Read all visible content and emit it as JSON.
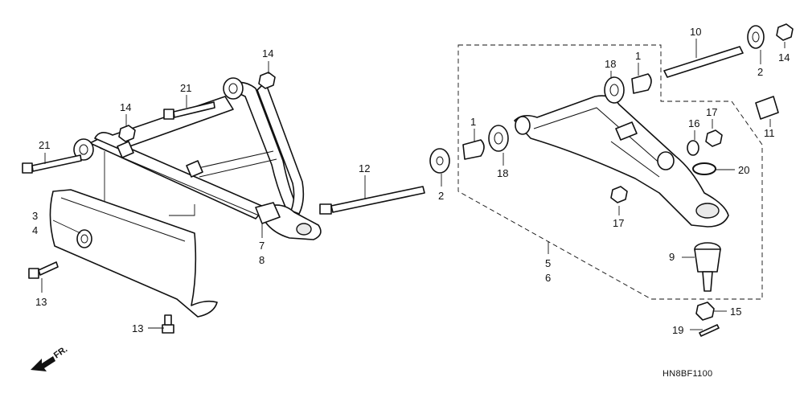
{
  "diagram_code": "HN8BF1100",
  "direction_label": "FR.",
  "callouts": [
    "1",
    "2",
    "3",
    "4",
    "5",
    "6",
    "7",
    "8",
    "9",
    "10",
    "11",
    "12",
    "13",
    "14",
    "15",
    "16",
    "17",
    "18",
    "19",
    "20",
    "21"
  ]
}
